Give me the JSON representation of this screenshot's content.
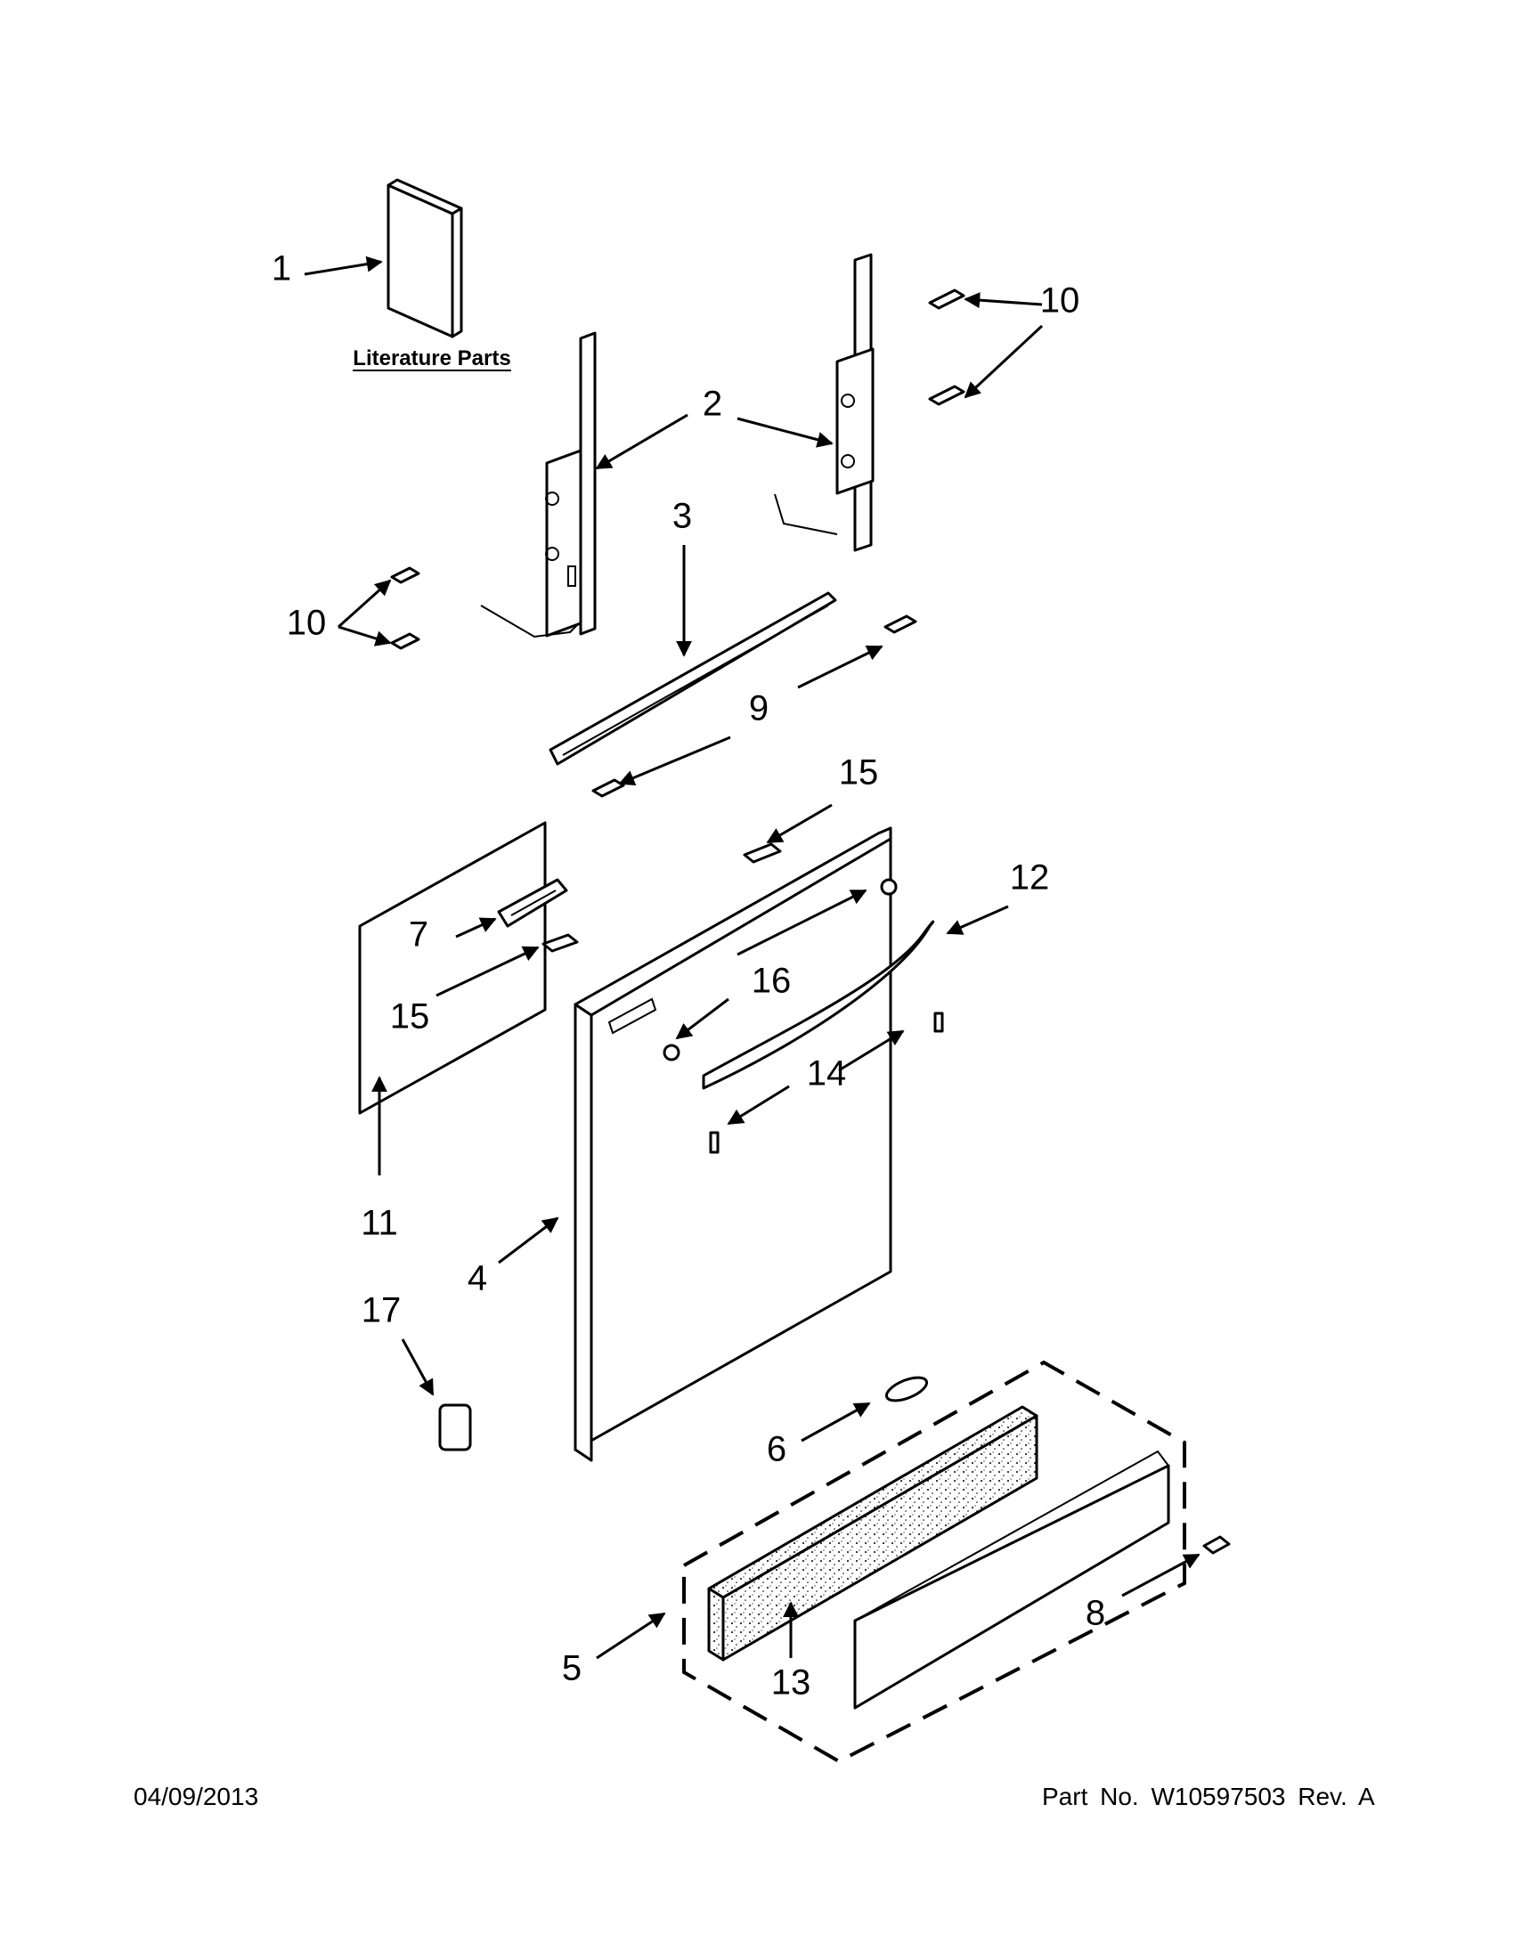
{
  "caption": {
    "literature": "Literature Parts"
  },
  "callouts": [
    "1",
    "2",
    "3",
    "4",
    "5",
    "6",
    "7",
    "8",
    "9",
    "10",
    "10",
    "11",
    "12",
    "13",
    "14",
    "15",
    "15",
    "16",
    "17"
  ],
  "footer": {
    "date": "04/09/2013",
    "part": "Part No.  W10597503  Rev.  A"
  }
}
